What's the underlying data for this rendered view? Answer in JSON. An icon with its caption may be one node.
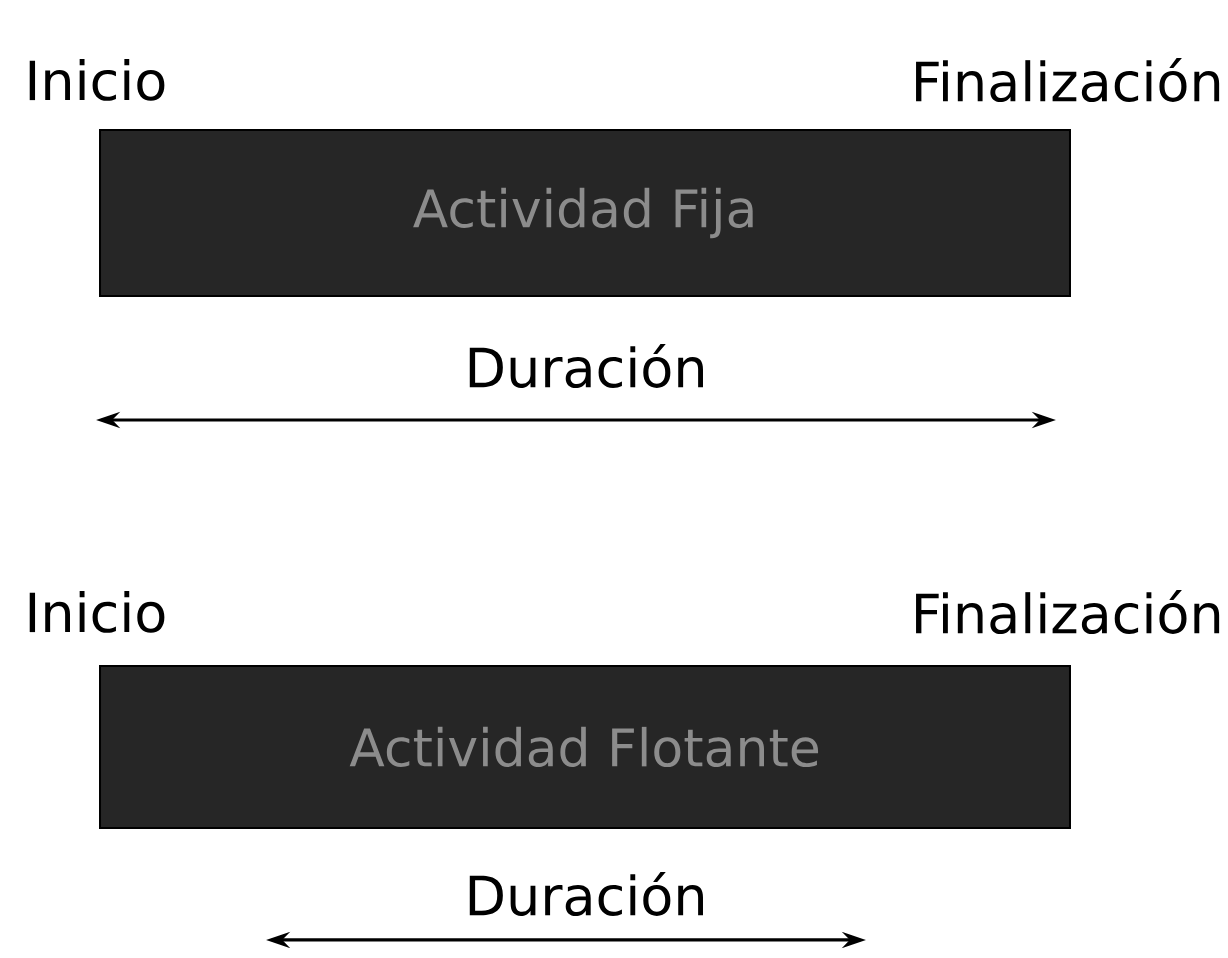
{
  "diagram": {
    "nodes": [
      {
        "text": [
          "Actividad Fija"
        ]
      },
      {
        "text": [
          "Actividad Flotante"
        ]
      }
    ],
    "labels": [
      "Inicio",
      "Finalización",
      "Duración",
      "Inicio",
      "Finalización",
      "Duración"
    ]
  }
}
